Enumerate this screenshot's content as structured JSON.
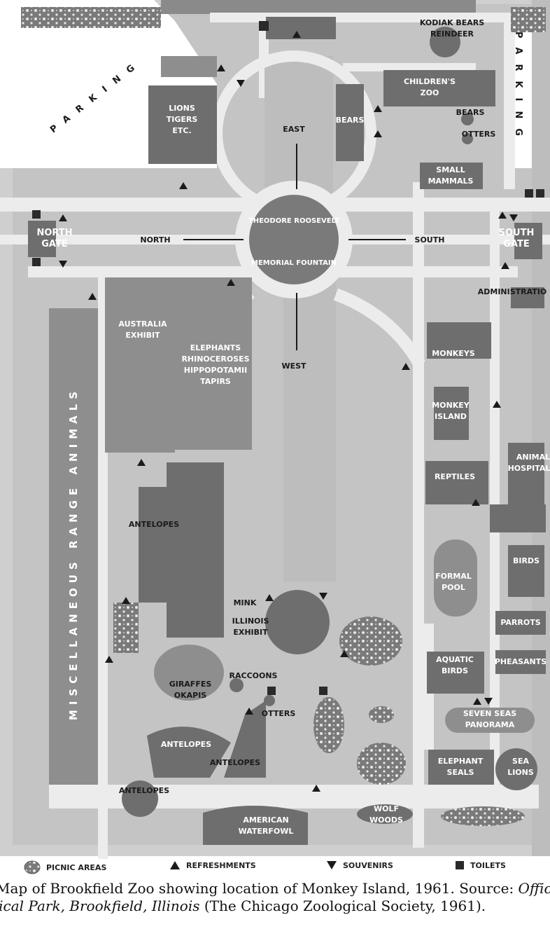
{
  "map": {
    "parking_left": "PARKING",
    "parking_right": "PARKING",
    "fountain_top": "THEODORE ROOSEVELT",
    "fountain_bottom": "MEMORIAL FOUNTAIN",
    "directions": {
      "east": "EAST",
      "west": "WEST",
      "north": "NORTH",
      "south": "SOUTH"
    },
    "gates": {
      "north_1": "NORTH",
      "north_2": "GATE",
      "south_1": "SOUTH",
      "south_2": "GATE"
    },
    "exhibits": {
      "kodiak": "KODIAK BEARS",
      "reindeer": "REINDEER",
      "childrens_1": "CHILDREN'S",
      "childrens_2": "ZOO",
      "lions_1": "LIONS",
      "lions_2": "TIGERS",
      "lions_3": "ETC.",
      "bears_center": "BEARS",
      "bears_right": "BEARS",
      "otters_right": "OTTERS",
      "small_1": "SMALL",
      "small_2": "MAMMALS",
      "administration": "ADMINISTRATIO",
      "australia_1": "AUSTRALIA",
      "australia_2": "EXHIBIT",
      "elephants_1": "ELEPHANTS",
      "elephants_2": "RHINOCEROSES",
      "elephants_3": "HIPPOPOTAMII",
      "elephants_4": "TAPIRS",
      "monkeys": "MONKEYS",
      "monkey_island_1": "MONKEY",
      "monkey_island_2": "ISLAND",
      "animal_hospital_1": "ANIMAL",
      "animal_hospital_2": "HOSPITAL",
      "reptiles": "REPTILES",
      "misc_range": "MISCELLANEOUS RANGE ANIMALS",
      "antelopes_mid": "ANTELOPES",
      "formal_pool_1": "FORMAL",
      "formal_pool_2": "POOL",
      "birds": "BIRDS",
      "mink": "MINK",
      "illinois_1": "ILLINOIS",
      "illinois_2": "EXHIBIT",
      "parrots": "PARROTS",
      "aquatic_1": "AQUATIC",
      "aquatic_2": "BIRDS",
      "pheasants": "PHEASANTS",
      "giraffes_1": "GIRAFFES",
      "giraffes_2": "OKAPIS",
      "raccoons": "RACCOONS",
      "otters_low": "OTTERS",
      "seven_seas_1": "SEVEN SEAS",
      "seven_seas_2": "PANORAMA",
      "antelopes_low1": "ANTELOPES",
      "antelopes_low2": "ANTELOPES",
      "antelopes_low3": "ANTELOPES",
      "elephant_seals_1": "ELEPHANT",
      "elephant_seals_2": "SEALS",
      "sea_lions_1": "SEA",
      "sea_lions_2": "LIONS",
      "american_1": "AMERICAN",
      "american_2": "WATERFOWL",
      "wolf_1": "WOLF",
      "wolf_2": "WOODS"
    }
  },
  "legend": {
    "picnic": "PICNIC AREAS",
    "refreshments": "REFRESHMENTS",
    "souvenirs": "SOUVENIRS",
    "toilets": "TOILETS"
  },
  "caption": {
    "line1_prefix": "Map of Brookfield Zoo showing location of Monkey Island, 1961.  Source: ",
    "line1_italic": "Official Guide Book, Chicago Zoological Park",
    "line2_italic": "Chicago Zoological Park, Brookfield, Illinois",
    "line2_suffix": " (The Chicago Zoological Society, 1961)."
  },
  "colors": {
    "background": "#c9c9c9",
    "path": "#ececec",
    "building": "#6e6e6e",
    "building_light": "#9a9a9a",
    "text": "#1a1a1a"
  }
}
